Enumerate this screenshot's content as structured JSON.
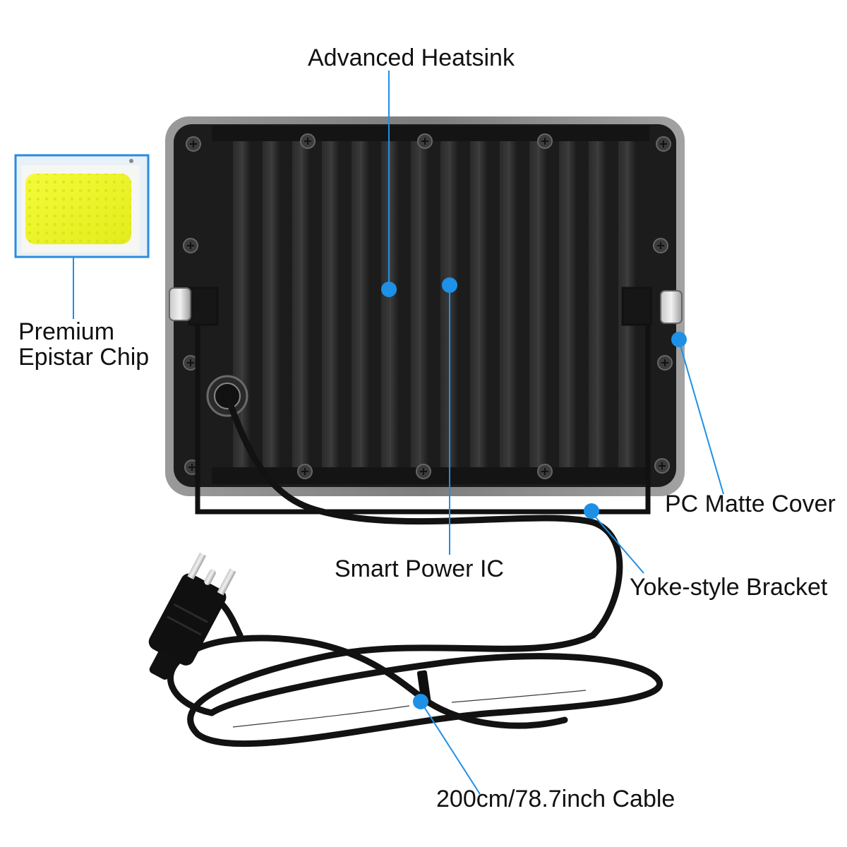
{
  "labels": {
    "heatsink": "Advanced Heatsink",
    "chip_line1": "Premium",
    "chip_line2": "Epistar Chip",
    "cover": "PC Matte Cover",
    "power_ic": "Smart Power IC",
    "bracket": "Yoke-style Bracket",
    "cable": "200cm/78.7inch Cable"
  },
  "colors": {
    "callout": "#1e90e6",
    "housing": "#1c1c1c",
    "frame": "#8a8a8a",
    "chip_yellow": "#eef52b",
    "chip_frame": "#2a8be0",
    "cable": "#121212"
  }
}
